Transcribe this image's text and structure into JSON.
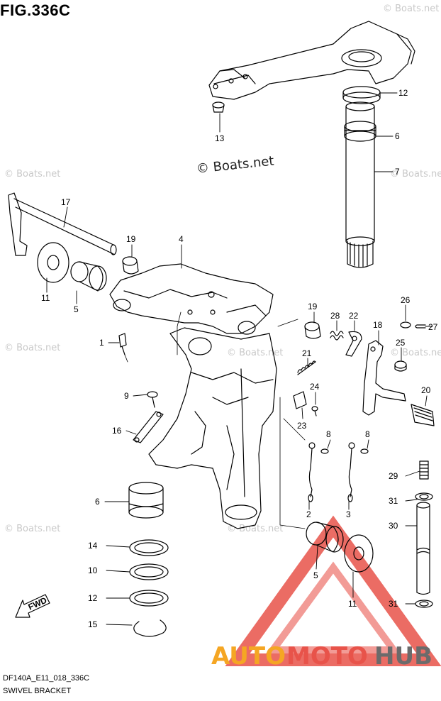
{
  "figure": {
    "title": "FIG.336C",
    "code": "DF140A_E11_018_336C",
    "subtitle": "SWIVEL BRACKET"
  },
  "watermark": {
    "main": "© Boats.net",
    "faint": "© Boats.net"
  },
  "fwd_label": "FWD",
  "logo": {
    "part1": "AUTO",
    "part2": "MOTO",
    "part3": "HUB",
    "colors": {
      "red": "#e8534a",
      "orange": "#f5a623",
      "gray": "#6b6b6b"
    }
  },
  "callouts": [
    {
      "id": "c12a",
      "label": "12"
    },
    {
      "id": "c6a",
      "label": "6"
    },
    {
      "id": "c7",
      "label": "7"
    },
    {
      "id": "c13",
      "label": "13"
    },
    {
      "id": "c17",
      "label": "17"
    },
    {
      "id": "c19a",
      "label": "19"
    },
    {
      "id": "c4",
      "label": "4"
    },
    {
      "id": "c11a",
      "label": "11"
    },
    {
      "id": "c5a",
      "label": "5"
    },
    {
      "id": "c1",
      "label": "1"
    },
    {
      "id": "c19b",
      "label": "19"
    },
    {
      "id": "c28",
      "label": "28"
    },
    {
      "id": "c22",
      "label": "22"
    },
    {
      "id": "c18",
      "label": "18"
    },
    {
      "id": "c26",
      "label": "26"
    },
    {
      "id": "c27",
      "label": "27"
    },
    {
      "id": "c25",
      "label": "25"
    },
    {
      "id": "c21",
      "label": "21"
    },
    {
      "id": "c24",
      "label": "24"
    },
    {
      "id": "c20",
      "label": "20"
    },
    {
      "id": "c23",
      "label": "23"
    },
    {
      "id": "c9",
      "label": "9"
    },
    {
      "id": "c16",
      "label": "16"
    },
    {
      "id": "c8a",
      "label": "8"
    },
    {
      "id": "c8b",
      "label": "8"
    },
    {
      "id": "c29",
      "label": "29"
    },
    {
      "id": "c31a",
      "label": "31"
    },
    {
      "id": "c6b",
      "label": "6"
    },
    {
      "id": "c2",
      "label": "2"
    },
    {
      "id": "c3",
      "label": "3"
    },
    {
      "id": "c30",
      "label": "30"
    },
    {
      "id": "c14",
      "label": "14"
    },
    {
      "id": "c10",
      "label": "10"
    },
    {
      "id": "c5b",
      "label": "5"
    },
    {
      "id": "c12b",
      "label": "12"
    },
    {
      "id": "c11b",
      "label": "11"
    },
    {
      "id": "c31b",
      "label": "31"
    },
    {
      "id": "c15",
      "label": "15"
    }
  ]
}
